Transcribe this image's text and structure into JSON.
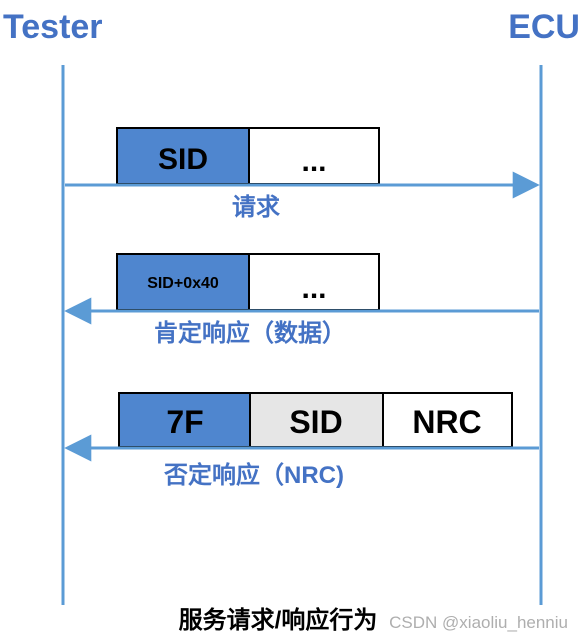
{
  "colors": {
    "line": "#5b9bd5",
    "label": "#4472c4",
    "cell_blue": "#4f86cf",
    "cell_gray": "#e6e6e6",
    "cell_white": "#ffffff",
    "border": "#000000",
    "watermark": "#9a9a9a"
  },
  "endpoints": {
    "left": "Tester",
    "right": "ECU"
  },
  "messages": {
    "request": {
      "cells": [
        "SID",
        "..."
      ],
      "label": "请求"
    },
    "positive": {
      "cells": [
        "SID+0x40",
        "..."
      ],
      "label": "肯定响应（数据）"
    },
    "negative": {
      "cells": [
        "7F",
        "SID",
        "NRC"
      ],
      "label": "否定响应（NRC)"
    }
  },
  "caption": "服务请求/响应行为",
  "watermark": "CSDN @xiaoliu_henniu"
}
